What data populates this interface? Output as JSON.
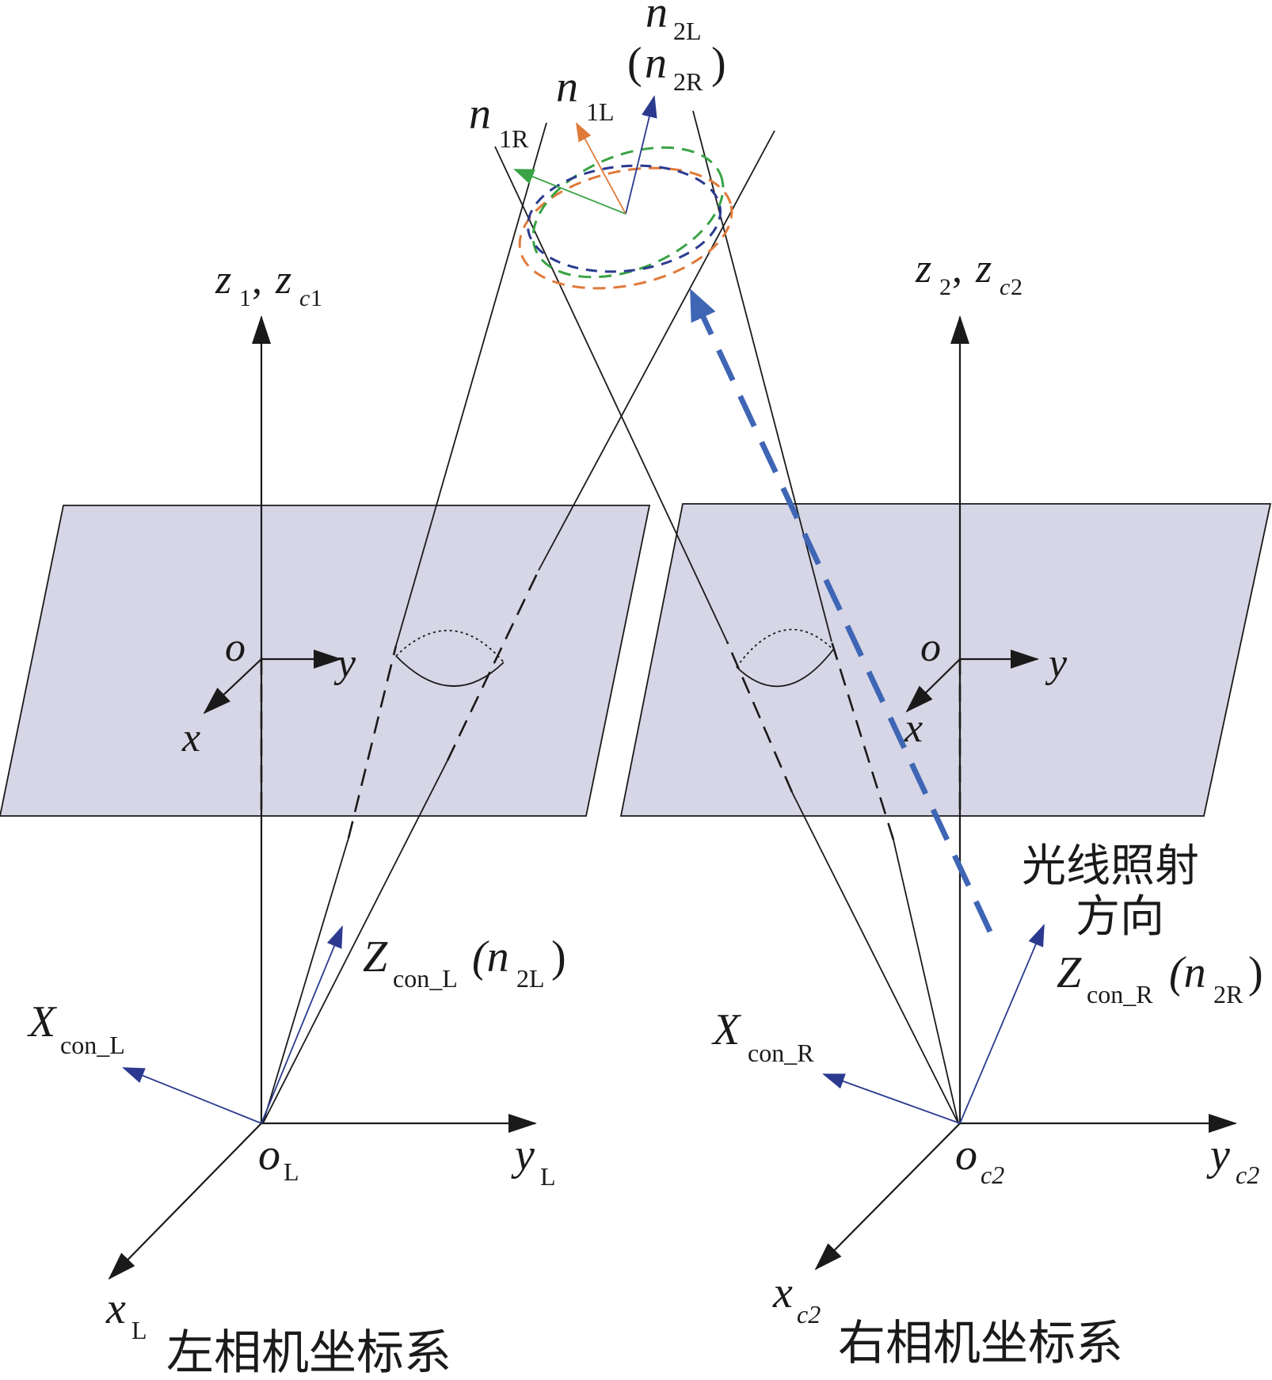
{
  "labels": {
    "n2L_top": "n",
    "n2L_top_sub": "2L",
    "n2R_top_open": "(",
    "n2R_top": "n",
    "n2R_top_sub": "2R",
    "n2R_top_close": ")",
    "n1L": "n",
    "n1L_sub": "1L",
    "n1R": "n",
    "n1R_sub": "1R",
    "z1_main": "z",
    "z1_sub": "1",
    "z1_comma": ",",
    "zc1_main": "z",
    "zc1_sub_c": "c",
    "zc1_sub_1": "1",
    "z2_main": "z",
    "z2_sub": "2",
    "z2_comma": ",",
    "zc2_main": "z",
    "zc2_sub_c": "c",
    "zc2_sub_2": "2",
    "o_left": "o",
    "y_left": "y",
    "x_left": "x",
    "o_right": "o",
    "y_right": "y",
    "x_right": "x",
    "zconL_main": "Z",
    "zconL_sub": "con_L",
    "zconL_paren": "(n",
    "zconL_paren_sub": "2L",
    "zconL_close": ")",
    "xconL_main": "X",
    "xconL_sub": "con_L",
    "zconR_main": "Z",
    "zconR_sub": "con_R",
    "zconR_paren": "(n",
    "zconR_paren_sub": "2R",
    "zconR_close": ")",
    "xconR_main": "X",
    "xconR_sub": "con_R",
    "oL_main": "o",
    "oL_sub": "L",
    "yL_main": "y",
    "yL_sub": "L",
    "xL_main": "x",
    "xL_sub": "L",
    "oc2_main": "o",
    "oc2_sub": "c2",
    "yc2_main": "y",
    "yc2_sub": "c2",
    "xc2_main": "x",
    "xc2_sub": "c2",
    "light_line1": "光线照射",
    "light_line2": "方向",
    "left_system": "左相机坐标系",
    "right_system": "右相机坐标系"
  },
  "colors": {
    "plane_fill": "#d6d6e6",
    "orange": "#e07a3a",
    "green": "#3aa345",
    "navy": "#2b3a8f",
    "blue_arrow": "#3f66b5",
    "black": "#1a1a1a"
  }
}
